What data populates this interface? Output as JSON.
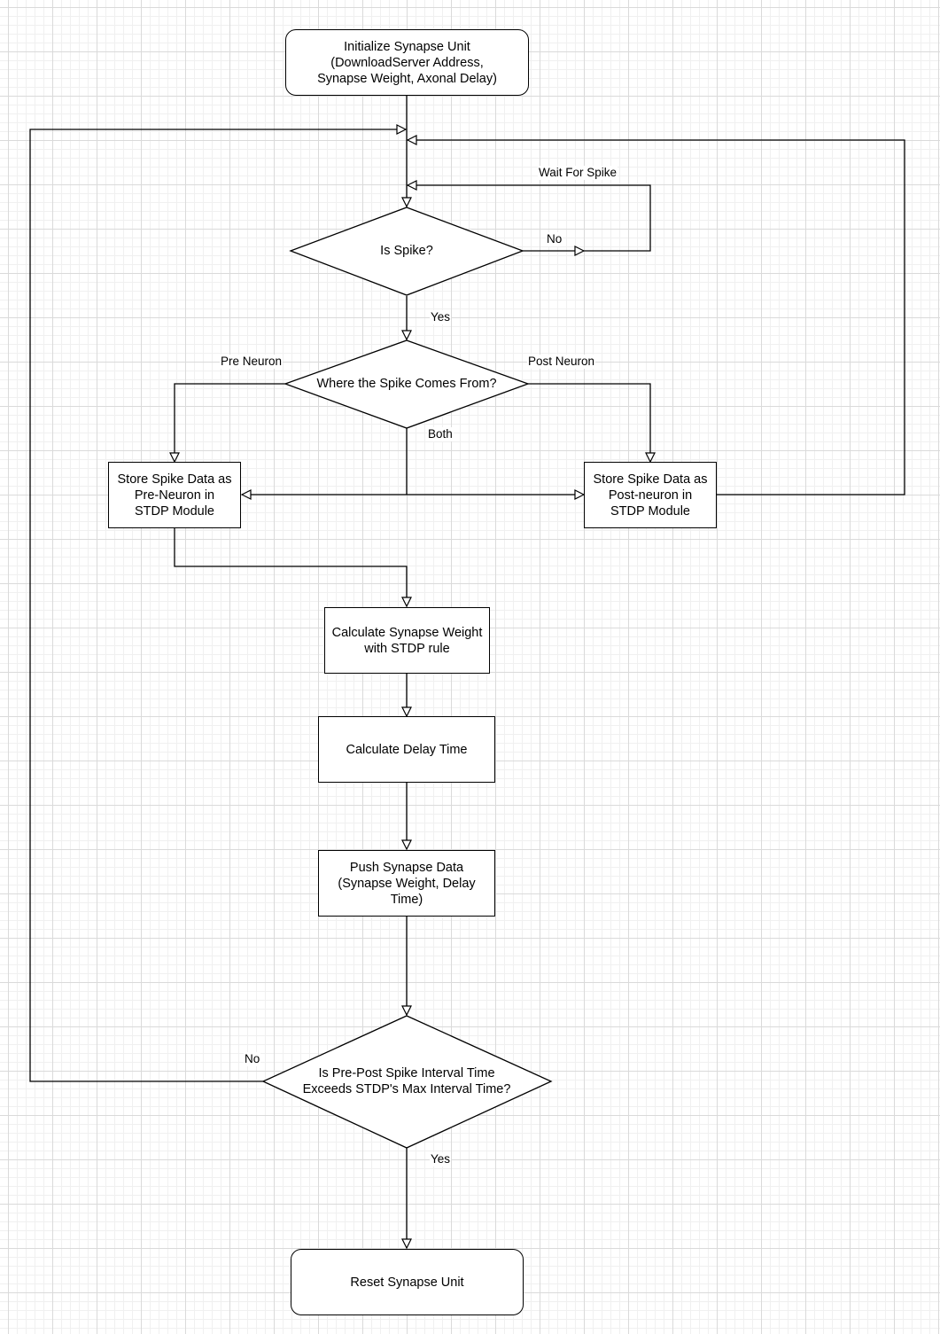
{
  "nodes": {
    "init": "Initialize Synapse Unit\n(DownloadServer Address,\nSynapse Weight, Axonal Delay)",
    "is_spike": "Is Spike?",
    "where_from": "Where the Spike Comes From?",
    "store_pre": "Store Spike Data as\nPre-Neuron in\nSTDP Module",
    "store_post": "Store Spike Data as\nPost-neuron in\nSTDP Module",
    "calc_weight": "Calculate Synapse Weight\nwith STDP rule",
    "calc_delay": "Calculate Delay Time",
    "push": "Push Synapse Data\n(Synapse Weight, Delay\nTime)",
    "interval_check": "Is Pre-Post Spike Interval Time\nExceeds STDP's Max Interval Time?",
    "reset": "Reset Synapse Unit"
  },
  "edge_labels": {
    "wait_for_spike": "Wait For Spike",
    "no_spike": "No",
    "yes_spike": "Yes",
    "pre_neuron": "Pre Neuron",
    "post_neuron": "Post Neuron",
    "both": "Both",
    "no_interval": "No",
    "yes_interval": "Yes"
  },
  "colors": {
    "stroke": "#000000",
    "fill": "#ffffff",
    "grid": "#dadada"
  }
}
